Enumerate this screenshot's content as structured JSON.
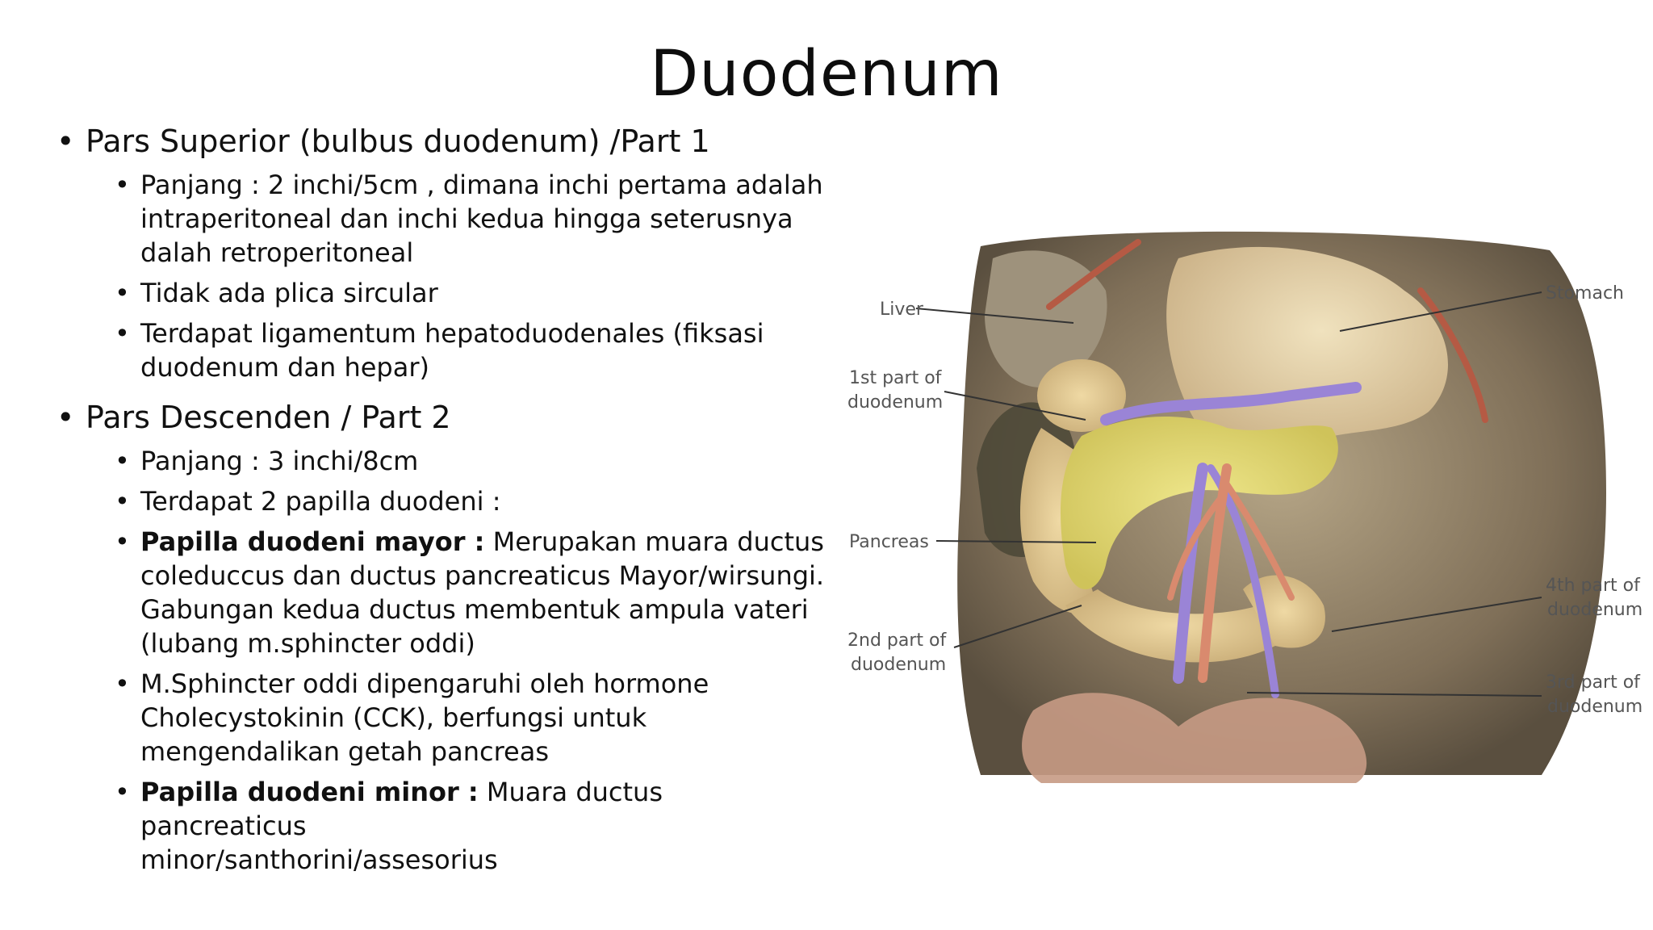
{
  "title": "Duodenum",
  "sections": [
    {
      "heading": "Pars Superior (bulbus duodenum) /Part 1",
      "items": [
        {
          "bold": "",
          "lines": [
            "Panjang : 2 inchi/5cm , dimana inchi pertama adalah",
            "intraperitoneal dan inchi kedua hingga seterusnya",
            "dalah retroperitoneal"
          ]
        },
        {
          "bold": "",
          "lines": [
            "Tidak ada plica sircular"
          ]
        },
        {
          "bold": "",
          "lines": [
            "Terdapat ligamentum hepatoduodenales (fiksasi",
            "duodenum dan hepar)"
          ]
        }
      ]
    },
    {
      "heading": "Pars Descenden / Part 2",
      "items": [
        {
          "bold": "",
          "lines": [
            "Panjang : 3 inchi/8cm"
          ]
        },
        {
          "bold": "",
          "lines": [
            "Terdapat 2 papilla duodeni :"
          ]
        },
        {
          "bold": "Papilla duodeni mayor :",
          "lines": [
            " Merupakan muara ductus",
            "coleduccus dan ductus pancreaticus Mayor/wirsungi.",
            "Gabungan kedua ductus membentuk ampula vateri",
            "(lubang m.sphincter oddi)"
          ]
        },
        {
          "bold": "",
          "lines": [
            "M.Sphincter oddi dipengaruhi oleh hormone",
            "Cholecystokinin (CCK), berfungsi untuk",
            "mengendalikan getah pancreas"
          ]
        },
        {
          "bold": "Papilla duodeni minor :",
          "lines": [
            " Muara ductus pancreaticus",
            "minor/santhorini/assesorius"
          ]
        }
      ]
    }
  ],
  "figure_labels": {
    "liver": "Liver",
    "stomach": "Stomach",
    "part1_a": "1st part of",
    "part1_b": "duodenum",
    "pancreas": "Pancreas",
    "part4_a": "4th part of",
    "part4_b": "duodenum",
    "part2_a": "2nd part of",
    "part2_b": "duodenum",
    "part3_a": "3rd part of",
    "part3_b": "duodenum"
  },
  "colors": {
    "tissue_background": "#8a7a62",
    "stomach": "#e8d8b0",
    "pancreas": "#e6de78",
    "vein": "#9a84d6",
    "artery": "#d98a6e",
    "dark_cavity": "#4a4636"
  }
}
